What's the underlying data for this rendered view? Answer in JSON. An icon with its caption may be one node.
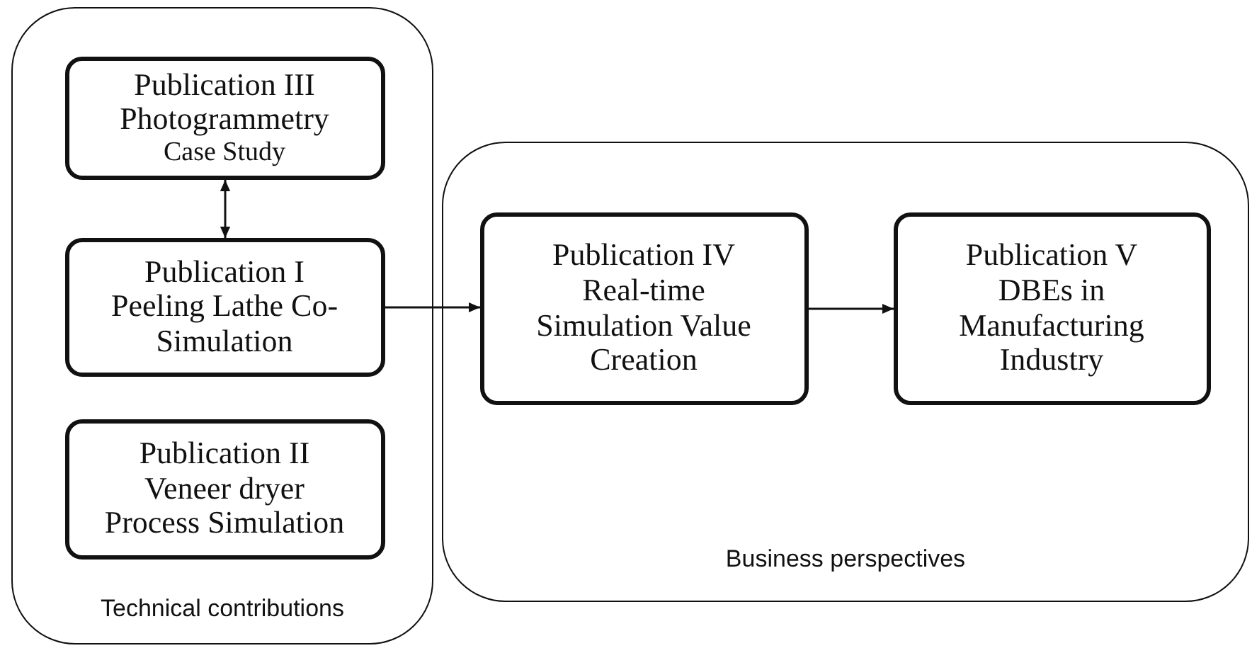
{
  "diagram": {
    "nodes": [
      {
        "text": [
          "Technical contributions"
        ]
      },
      {
        "text": [
          "Publication III",
          "Photogrammetry",
          "Case Study"
        ],
        "in": 0
      },
      {
        "text": [
          "Publication I",
          "Peeling Lathe Co-Simulation"
        ],
        "in": 0
      },
      {
        "text": [
          "Publication II",
          "Veneer dryer Process Simulation"
        ],
        "in": 0
      },
      {
        "text": [
          "Business perspectives"
        ]
      },
      {
        "text": [
          "Publication IV",
          "Real-time Simulation Value Creation"
        ],
        "in": 4
      },
      {
        "text": [
          "Publication V",
          "DBEs in Manufacturing Industry"
        ],
        "in": 4
      }
    ],
    "edges": [
      {
        "from": 1,
        "to": 2,
        "arrow": "both"
      },
      {
        "from": 2,
        "to": 5,
        "arrow": "to"
      },
      {
        "from": 5,
        "to": 6,
        "arrow": "to"
      }
    ]
  }
}
